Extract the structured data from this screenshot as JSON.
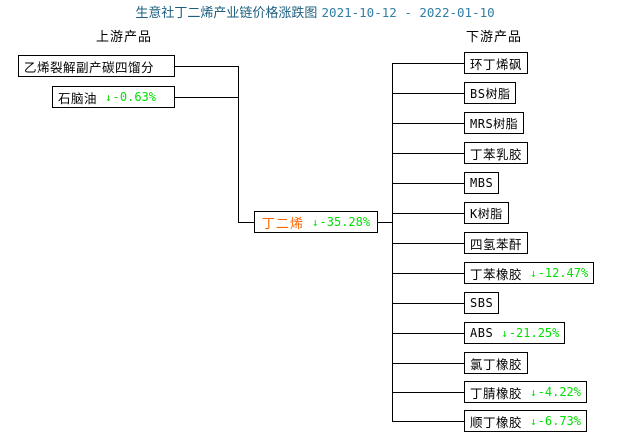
{
  "title": {
    "main": "生意社丁二烯产业链价格涨跌图",
    "dates": "2021-10-12 - 2022-01-10"
  },
  "headers": {
    "upstream": "上游产品",
    "downstream": "下游产品"
  },
  "colors": {
    "title": "#1d5f80",
    "title_dates": "#2f7fa6",
    "hub_label": "#ff6600",
    "decline": "#00e000",
    "box_border": "#000000",
    "background": "#ffffff"
  },
  "center": {
    "label": "丁二烯",
    "arrow": "↓",
    "change": "-35.28%"
  },
  "upstream": [
    {
      "label": "乙烯裂解副产碳四馏分",
      "arrow": "",
      "change": ""
    },
    {
      "label": "石脑油",
      "arrow": "↓",
      "change": "-0.63%"
    }
  ],
  "downstream": [
    {
      "label": "环丁烯砜",
      "arrow": "",
      "change": "",
      "latin": false
    },
    {
      "label": "BS树脂",
      "arrow": "",
      "change": "",
      "latin": false
    },
    {
      "label": "MRS树脂",
      "arrow": "",
      "change": "",
      "latin": false
    },
    {
      "label": "丁苯乳胶",
      "arrow": "",
      "change": "",
      "latin": false
    },
    {
      "label": "MBS",
      "arrow": "",
      "change": "",
      "latin": true
    },
    {
      "label": "K树脂",
      "arrow": "",
      "change": "",
      "latin": false
    },
    {
      "label": "四氢苯酐",
      "arrow": "",
      "change": "",
      "latin": false
    },
    {
      "label": "丁苯橡胶",
      "arrow": "↓",
      "change": "-12.47%",
      "latin": false
    },
    {
      "label": "SBS",
      "arrow": "",
      "change": "",
      "latin": true
    },
    {
      "label": "ABS",
      "arrow": "↓",
      "change": "-21.25%",
      "latin": true
    },
    {
      "label": "氯丁橡胶",
      "arrow": "",
      "change": "",
      "latin": false
    },
    {
      "label": "丁腈橡胶",
      "arrow": "↓",
      "change": "-4.22%",
      "latin": false
    },
    {
      "label": "顺丁橡胶",
      "arrow": "↓",
      "change": "-6.73%",
      "latin": false
    }
  ]
}
